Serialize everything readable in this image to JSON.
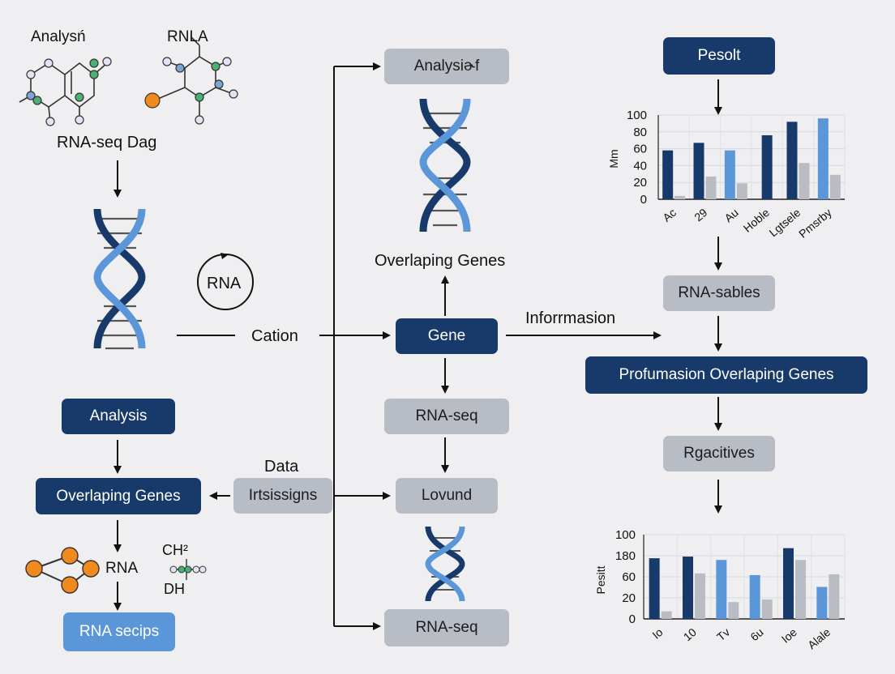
{
  "colors": {
    "dark_navy": "#173a6b",
    "mid_blue": "#5b97d8",
    "gray_box": "#b7bcc5",
    "gray_bar": "#b9bcc3",
    "green_node": "#4caf74",
    "orange_node": "#f08a1c",
    "blue_node": "#7ea3d6"
  },
  "left": {
    "label_analysis": "Analysń",
    "label_rna_top": "RNLA",
    "label_rnaseq": "RNA-seq Dag",
    "rna_circle": "RNA",
    "cation": "Cation",
    "analysis_box": "Analysis",
    "overlap_box": "Overlaping Genes",
    "data_label": "Data",
    "insights_box": "Irtsissigns",
    "rna_small": "RNA",
    "ch2": "CH²",
    "dh": "DH",
    "rnasecips_box": "RNA secips"
  },
  "middle": {
    "analysis_box": "Analysiɚf",
    "overlap_label": "Overlaping Genes",
    "gene_box": "Gene",
    "rnaseq_box": "RNA-seq",
    "lovund_box": "Lovund",
    "rnaseq_bottom_box": "RNA-seq"
  },
  "right": {
    "result_box": "Pesolt",
    "information": "Inforrmasion",
    "rnasables_box": "RNA-sables",
    "profumasion_box": "Profumasion Overlaping Genes",
    "rgacitives_box": "Rgacitives"
  },
  "chart_data": [
    {
      "type": "bar",
      "ylabel": "Mm",
      "yticks": [
        "100",
        "80",
        "60",
        "40",
        "20",
        "0"
      ],
      "ylim": [
        0,
        100
      ],
      "categories": [
        "Ac",
        "29",
        "Au",
        "Hoble",
        "Lgtsele",
        "Pmsrby"
      ],
      "series": [
        {
          "values": [
            58,
            67,
            0,
            76,
            92,
            0
          ],
          "color": "#173a6b"
        },
        {
          "values": [
            0,
            0,
            58,
            0,
            0,
            96
          ],
          "color": "#5b97d8"
        },
        {
          "values": [
            4,
            27,
            19,
            0,
            43,
            29
          ],
          "color": "#b9bcc3"
        }
      ],
      "grid": true
    },
    {
      "type": "bar",
      "ylabel": "Pesitt",
      "yticks": [
        "100",
        "180",
        "60",
        "20",
        "0"
      ],
      "ylim": [
        0,
        100
      ],
      "categories": [
        "Io",
        "10",
        "Tv",
        "6u",
        "Ioe",
        "Alale"
      ],
      "series": [
        {
          "values": [
            72,
            74,
            0,
            0,
            84,
            0
          ],
          "color": "#173a6b"
        },
        {
          "values": [
            0,
            0,
            70,
            52,
            0,
            38
          ],
          "color": "#5b97d8"
        },
        {
          "values": [
            9,
            54,
            20,
            23,
            70,
            53
          ],
          "color": "#b9bcc3"
        }
      ],
      "grid": true
    }
  ]
}
